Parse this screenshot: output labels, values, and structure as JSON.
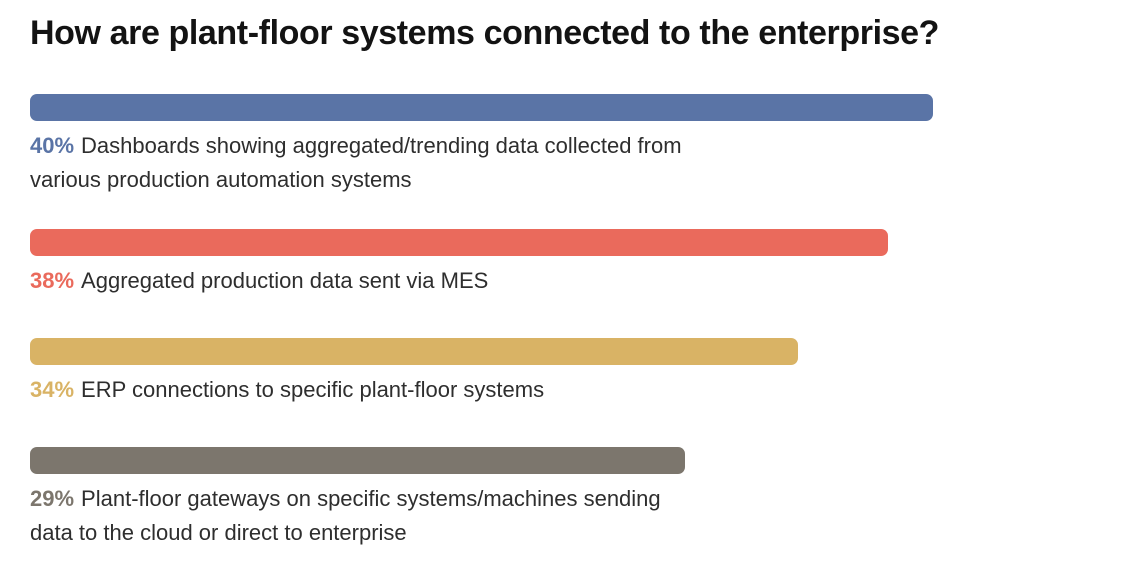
{
  "title": "How are plant-floor systems connected to the enterprise?",
  "colors": {
    "background": "#ffffff",
    "title_text": "#131313",
    "label_text": "#2e2e2e",
    "bar_blue": "#5a74a6",
    "bar_coral": "#ea6a5c",
    "bar_gold": "#d9b365",
    "bar_gray": "#7c766d"
  },
  "rows": [
    {
      "percent": "40%",
      "line1": "Dashboards showing aggregated/trending data collected from",
      "line2": "various production automation systems"
    },
    {
      "percent": "38%",
      "line1": "Aggregated production data sent via MES",
      "line2": ""
    },
    {
      "percent": "34%",
      "line1": "ERP connections to specific plant-floor systems",
      "line2": ""
    },
    {
      "percent": "29%",
      "line1": "Plant-floor gateways on specific systems/machines sending",
      "line2": "data to the cloud or direct to enterprise"
    }
  ],
  "chart_data": {
    "type": "bar",
    "orientation": "horizontal",
    "title": "How are plant-floor systems connected to the enterprise?",
    "categories": [
      "Dashboards showing aggregated/trending data collected from various production automation systems",
      "Aggregated production data sent via MES",
      "ERP connections to specific plant-floor systems",
      "Plant-floor gateways on specific systems/machines sending data to the cloud or direct to enterprise"
    ],
    "values": [
      40,
      38,
      34,
      29
    ],
    "unit": "%",
    "colors": [
      "#5a74a6",
      "#ea6a5c",
      "#d9b365",
      "#7c766d"
    ],
    "value_labels": [
      "40%",
      "38%",
      "34%",
      "29%"
    ],
    "xlim": [
      0,
      40.7
    ],
    "axes_visible": false,
    "grid": false,
    "legend": "none",
    "label_position": "below-bar"
  }
}
